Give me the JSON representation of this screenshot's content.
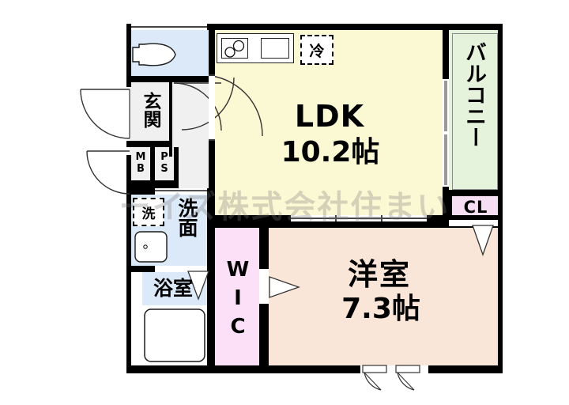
{
  "plan": {
    "watermark": "ーイズ株式会社住まい",
    "rooms": [
      {
        "key": "ldk",
        "name": "LDK",
        "area": "10.2帖"
      },
      {
        "key": "bedroom",
        "name": "洋室",
        "area": "7.3帖"
      },
      {
        "key": "balcony",
        "name": "バルコニー"
      },
      {
        "key": "wic",
        "name": "WIC"
      },
      {
        "key": "closet",
        "name": "CL"
      },
      {
        "key": "genkan",
        "name": "玄関"
      },
      {
        "key": "washroom",
        "name": "洗面"
      },
      {
        "key": "bath",
        "name": "浴室"
      },
      {
        "key": "mb",
        "name": "MB"
      },
      {
        "key": "ps",
        "name": "PS"
      }
    ],
    "appliances": [
      {
        "key": "fridge",
        "label": "冷"
      },
      {
        "key": "washer",
        "label": "洗"
      }
    ],
    "colors": {
      "ldk": "#fbf8d4",
      "bedroom": "#fae6d8",
      "balcony": "#e5f3dd",
      "wic": "#fce0f8",
      "closet": "#f7dff3",
      "wet": "#dbe9f8",
      "hall": "#f0f0f0",
      "wall": "#000000",
      "background": "#ffffff"
    }
  }
}
